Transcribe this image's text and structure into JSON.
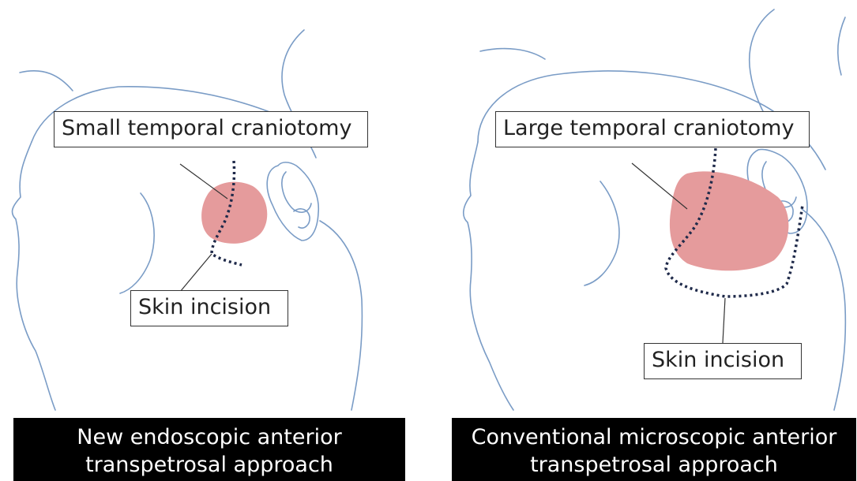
{
  "colors": {
    "outline": "#7a9cc6",
    "craniotomy": "#e59b9c",
    "incision": "#1f2a4a",
    "caption_bg": "#000000",
    "caption_text": "#ffffff"
  },
  "left_panel": {
    "craniotomy_label": "Small temporal craniotomy",
    "incision_label": "Skin incision",
    "caption_line1": "New endoscopic anterior",
    "caption_line2": "transpetrosal approach"
  },
  "right_panel": {
    "craniotomy_label": "Large temporal craniotomy",
    "incision_label": "Skin incision",
    "caption_line1": "Conventional microscopic anterior",
    "caption_line2": "transpetrosal approach"
  }
}
